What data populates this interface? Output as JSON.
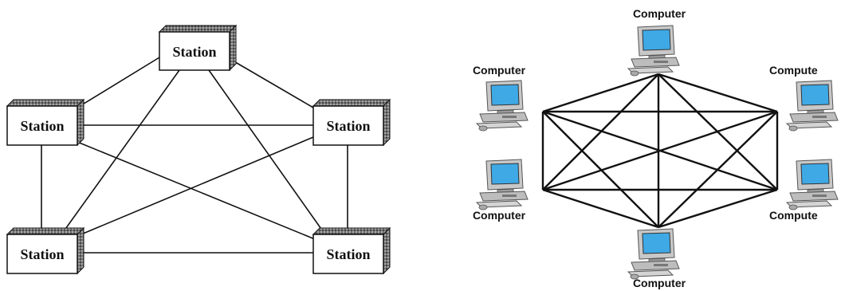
{
  "left_diagram": {
    "node_label": "Station",
    "nodes": [
      {
        "id": "top",
        "label": "Station"
      },
      {
        "id": "left",
        "label": "Station"
      },
      {
        "id": "right",
        "label": "Station"
      },
      {
        "id": "bottom-left",
        "label": "Station"
      },
      {
        "id": "bottom-right",
        "label": "Station"
      }
    ]
  },
  "right_diagram": {
    "nodes": [
      {
        "id": "top",
        "label": "Computer"
      },
      {
        "id": "upper-left",
        "label": "Computer"
      },
      {
        "id": "upper-right",
        "label": "Compute"
      },
      {
        "id": "lower-left",
        "label": "Computer"
      },
      {
        "id": "lower-right",
        "label": "Compute"
      },
      {
        "id": "bottom",
        "label": "Computer"
      }
    ]
  },
  "colors": {
    "line": "#111111",
    "screen": "#3fa9e6",
    "computer_body": "#c8c8c8",
    "box_face": "#ffffff"
  }
}
